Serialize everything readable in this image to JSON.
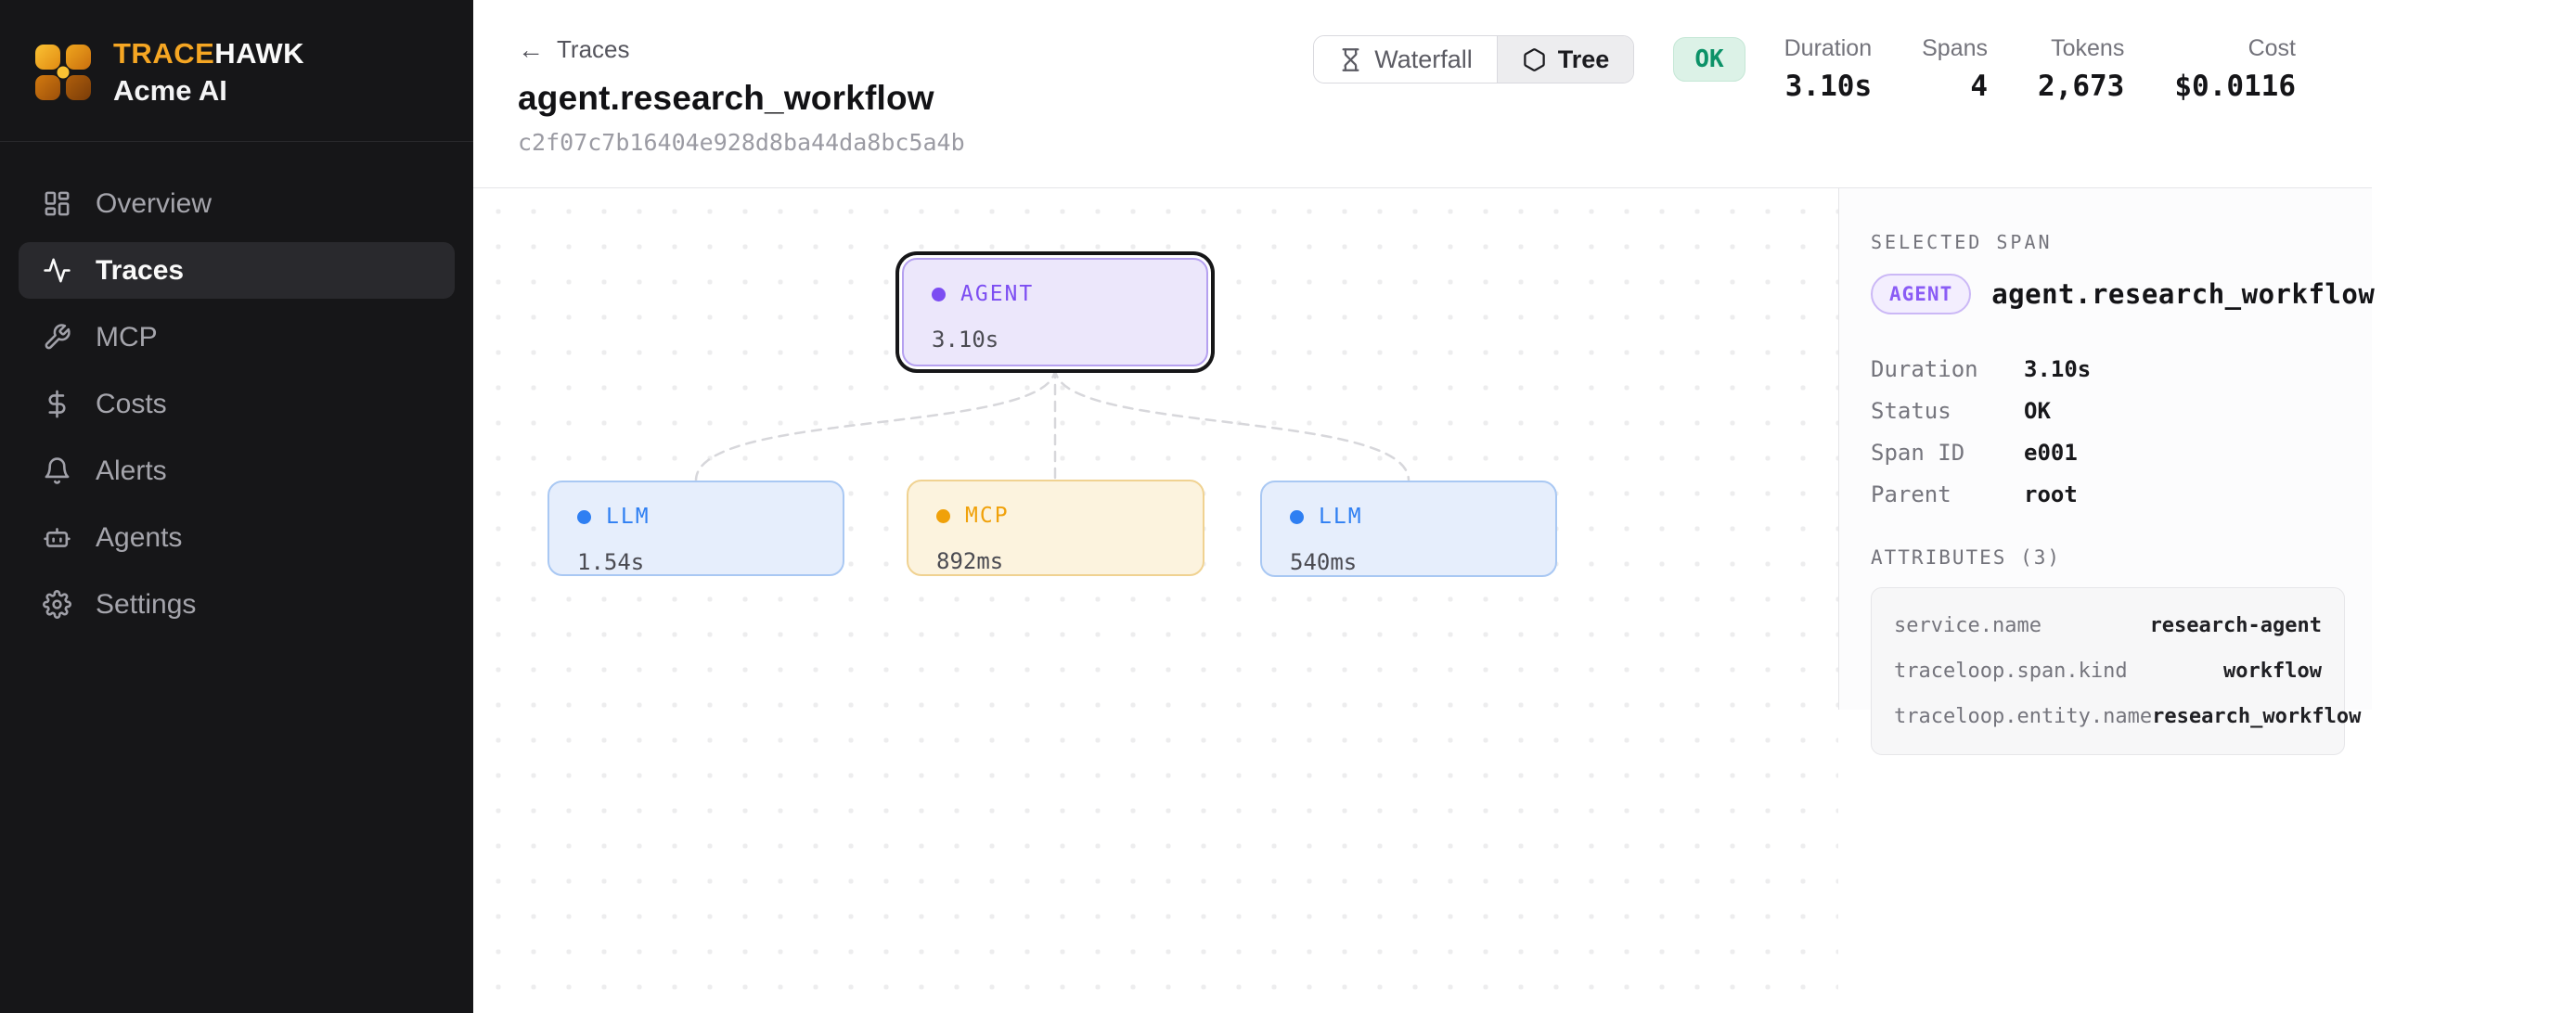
{
  "brand": {
    "name_accent": "TRACE",
    "name_rest": "HAWK",
    "org": "Acme AI"
  },
  "colors": {
    "accent_amber": "#f5a623",
    "status_ok_green": "#0c9268",
    "agent_purple": "#7c4df2",
    "llm_blue": "#2f7ff2",
    "mcp_amber": "#f0a10a",
    "sidebar_bg": "#161618"
  },
  "sidebar": {
    "items": [
      {
        "label": "Overview",
        "icon": "dashboard-grid-icon",
        "active": false
      },
      {
        "label": "Traces",
        "icon": "activity-pulse-icon",
        "active": true
      },
      {
        "label": "MCP",
        "icon": "wrench-icon",
        "active": false
      },
      {
        "label": "Costs",
        "icon": "dollar-icon",
        "active": false
      },
      {
        "label": "Alerts",
        "icon": "bell-icon",
        "active": false
      },
      {
        "label": "Agents",
        "icon": "robot-icon",
        "active": false
      },
      {
        "label": "Settings",
        "icon": "gear-icon",
        "active": false
      }
    ]
  },
  "header": {
    "back_label": "Traces",
    "back_arrow": "←",
    "title": "agent.research_workflow",
    "trace_id": "c2f07c7b16404e928d8ba44da8bc5a4b",
    "view_toggle": [
      {
        "label": "Waterfall",
        "icon": "hourglass-icon",
        "active": false
      },
      {
        "label": "Tree",
        "icon": "hexagon-icon",
        "active": true
      }
    ],
    "status_badge": "OK",
    "stats": [
      {
        "label": "Duration",
        "value": "3.10s"
      },
      {
        "label": "Spans",
        "value": "4"
      },
      {
        "label": "Tokens",
        "value": "2,673"
      },
      {
        "label": "Cost",
        "value": "$0.0116"
      }
    ]
  },
  "tree": {
    "root": {
      "kind": "AGENT",
      "duration": "3.10s",
      "selected": true
    },
    "children": [
      {
        "kind": "LLM",
        "duration": "1.54s"
      },
      {
        "kind": "MCP",
        "duration": "892ms"
      },
      {
        "kind": "LLM",
        "duration": "540ms"
      }
    ]
  },
  "panel": {
    "section_label": "SELECTED SPAN",
    "span_kind": "AGENT",
    "span_name": "agent.research_workflow",
    "details": [
      {
        "label": "Duration",
        "value": "3.10s"
      },
      {
        "label": "Status",
        "value": "OK"
      },
      {
        "label": "Span ID",
        "value": "e001"
      },
      {
        "label": "Parent",
        "value": "root"
      }
    ],
    "attributes_label": "ATTRIBUTES (3)",
    "attributes": [
      {
        "key": "service.name",
        "value": "research-agent"
      },
      {
        "key": "traceloop.span.kind",
        "value": "workflow"
      },
      {
        "key": "traceloop.entity.name",
        "value": "research_workflow"
      }
    ]
  }
}
